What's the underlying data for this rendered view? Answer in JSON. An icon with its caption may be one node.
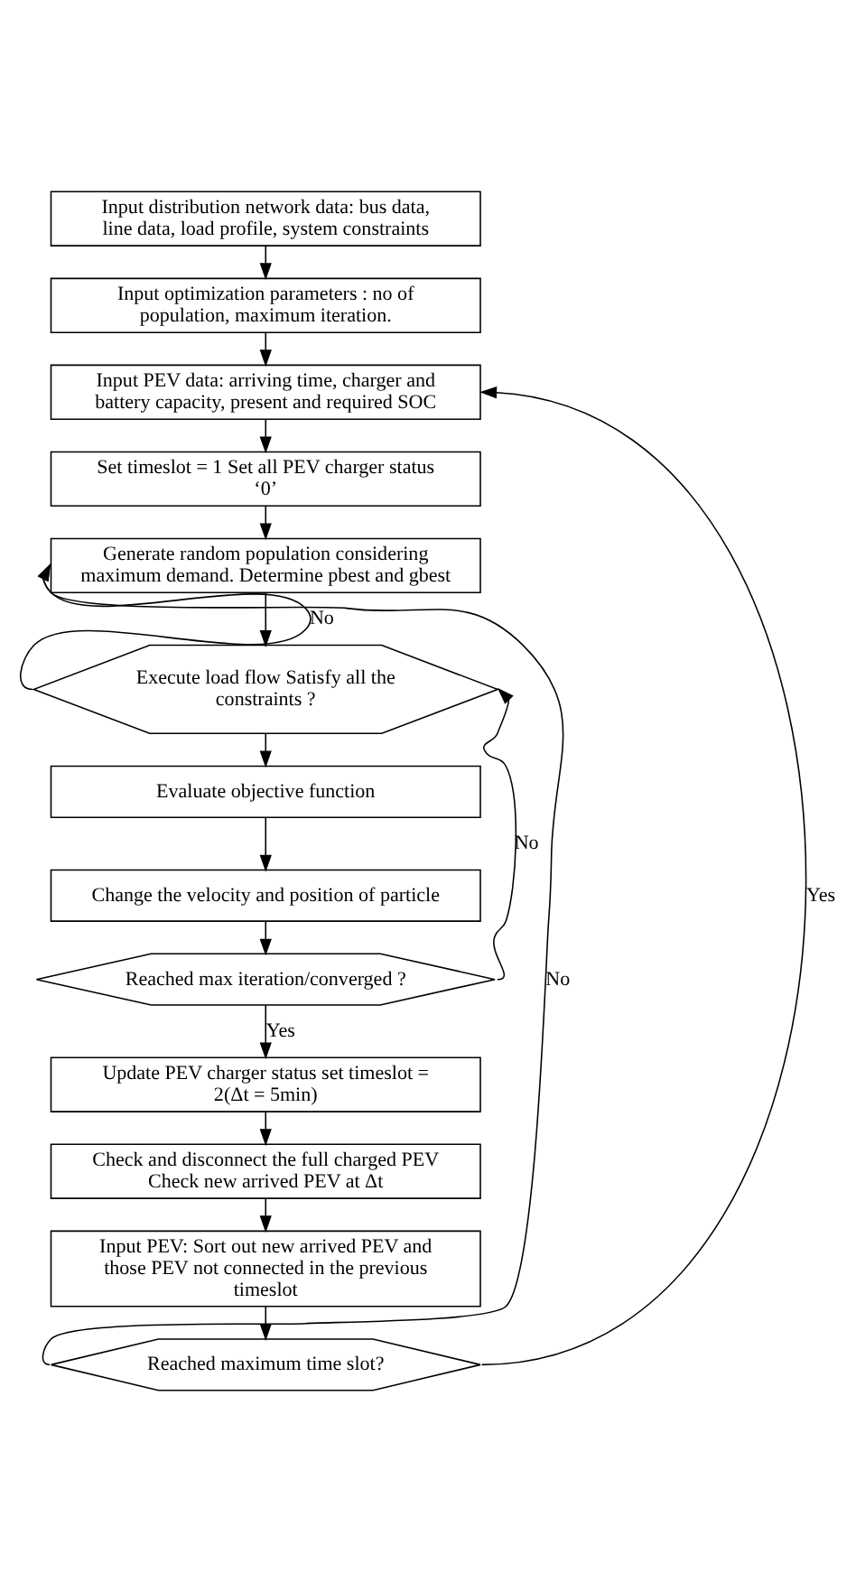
{
  "diagram": {
    "nodes": [
      {
        "text": [
          "Input distribution network data: bus data, line data, load profile, system constraints"
        ]
      },
      {
        "text": [
          "Input optimization parameters : no of population, maximum iteration."
        ]
      },
      {
        "text": [
          "Input PEV data: arriving time, charger and battery capacity, present and required SOC"
        ]
      },
      {
        "text": [
          "Set timeslot = 1 Set all PEV charger status ‘0’"
        ]
      },
      {
        "text": [
          "Generate random population considering maximum demand. Determine pbest and gbest"
        ]
      },
      {
        "text": [
          "Execute load flow Satisfy all the constraints ?"
        ]
      },
      {
        "text": [
          "Evaluate objective function"
        ]
      },
      {
        "text": [
          "Change the velocity and position of particle"
        ]
      },
      {
        "text": [
          "Reached max iteration/converged ?"
        ]
      },
      {
        "text": [
          "Update PEV charger status set timeslot = 2(Δt = 5min)"
        ]
      },
      {
        "text": [
          "Check and disconnect the full charged PEV Check new arrived PEV at Δt"
        ]
      },
      {
        "text": [
          "Input PEV: Sort out new arrived PEV and those PEV not connected in the previous timeslot"
        ]
      },
      {
        "text": [
          "Reached maximum time slot?"
        ]
      }
    ],
    "edges": [
      {
        "from": 0,
        "to": 1,
        "arrow": "to"
      },
      {
        "from": 1,
        "to": 2,
        "arrow": "to"
      },
      {
        "from": 2,
        "to": 3,
        "arrow": "to"
      },
      {
        "from": 3,
        "to": 4,
        "arrow": "to"
      },
      {
        "from": 4,
        "to": 5,
        "arrow": "to"
      },
      {
        "from": 5,
        "to": 6,
        "arrow": "to"
      },
      {
        "from": 6,
        "to": 7,
        "arrow": "to"
      },
      {
        "from": 7,
        "to": 8,
        "arrow": "to"
      },
      {
        "from": 8,
        "to": 9,
        "arrow": "to",
        "label": "Yes"
      },
      {
        "from": 9,
        "to": 10,
        "arrow": "to"
      },
      {
        "from": 10,
        "to": 11,
        "arrow": "to"
      },
      {
        "from": 11,
        "to": 12,
        "arrow": "to"
      },
      {
        "from": 5,
        "to": 4,
        "arrow": "to",
        "label": "No"
      },
      {
        "from": 8,
        "to": 5,
        "arrow": "to",
        "label": "No"
      },
      {
        "from": 12,
        "to": 4,
        "arrow": "to",
        "label": "No"
      },
      {
        "from": 12,
        "to": 2,
        "arrow": "to",
        "label": "Yes"
      }
    ]
  }
}
